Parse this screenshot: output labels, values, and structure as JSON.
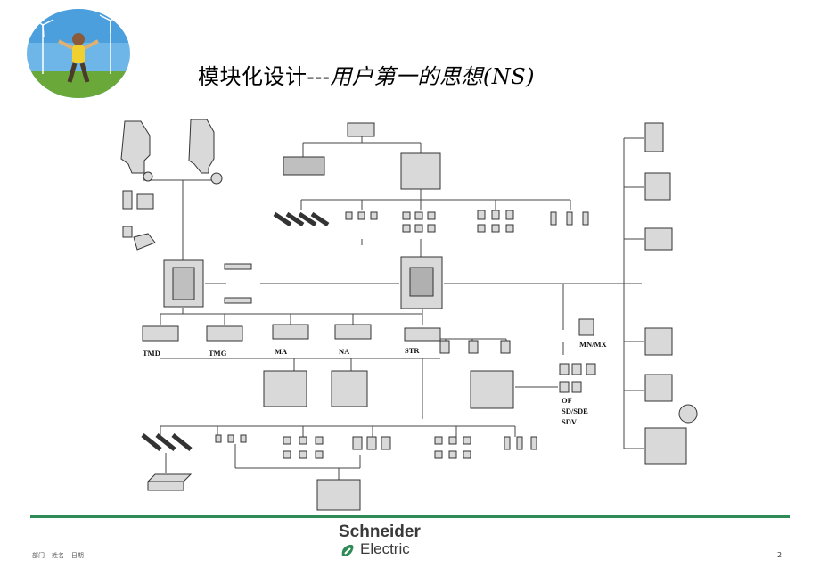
{
  "title": {
    "plain": "模块化设计---",
    "italic": "用户第一的思想(NS)"
  },
  "labels": {
    "tmd": "TMD",
    "tmg": "TMG",
    "ma": "MA",
    "na": "NA",
    "str": "STR",
    "mnmx": "MN/MX",
    "of": "OF",
    "sdsde": "SD/SDE",
    "sdv": "SDV"
  },
  "brand": {
    "name_top": "Schneider",
    "name_bottom": "Electric"
  },
  "footer": {
    "left": "部门 – 姓名 – 日期",
    "page": "2"
  },
  "colors": {
    "accent": "#2e8b57",
    "line": "#444444",
    "part": "#d9d9d9",
    "dark": "#333333"
  }
}
